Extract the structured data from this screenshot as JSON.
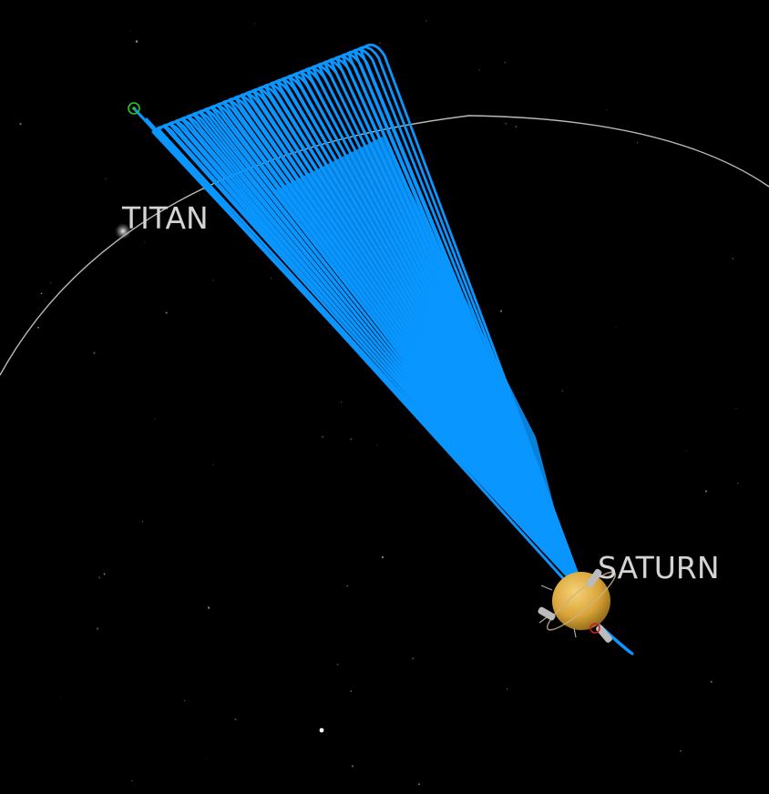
{
  "labels": {
    "titan": "TITAN",
    "saturn": "SATURN"
  },
  "colors": {
    "background": "#000000",
    "trajectory": "#0a96ff",
    "orbit": "#d9d9d9",
    "label": "#d4d4d4",
    "saturn_body": "#d9a437",
    "marker_start": "#22cc22",
    "marker_craft": "#cc1a1a"
  },
  "icons": {
    "start_marker": "target-circle-icon",
    "spacecraft_a": "spacecraft-icon",
    "spacecraft_b": "spacecraft-icon"
  },
  "trajectory": {
    "loop_count": 36
  }
}
